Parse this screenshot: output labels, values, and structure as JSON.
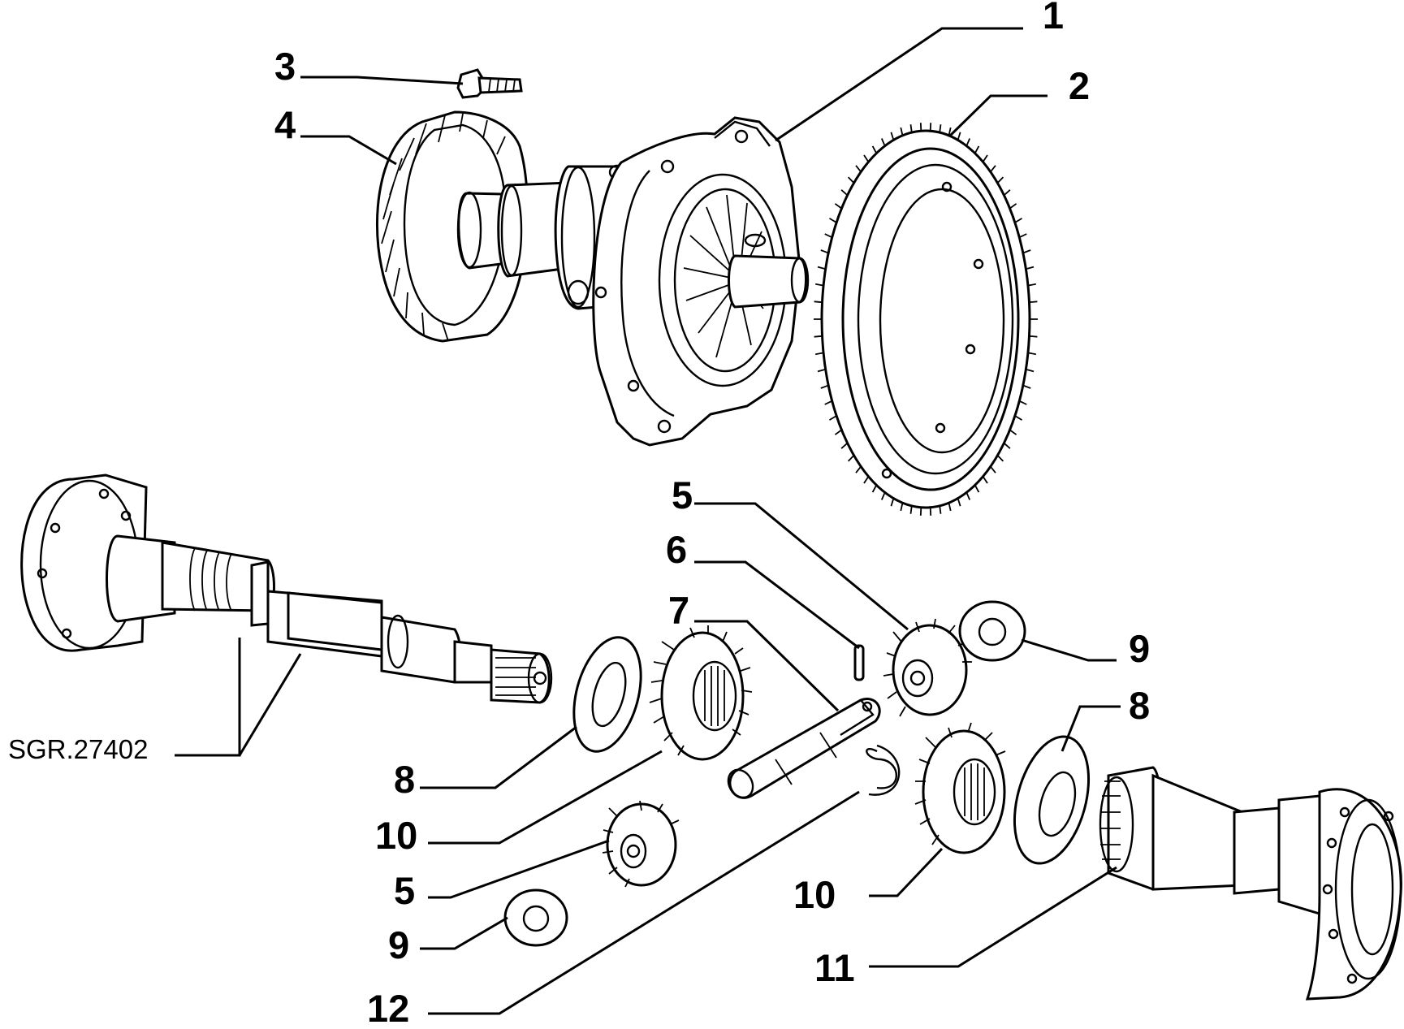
{
  "diagram": {
    "reference": "SGR.27402",
    "callouts": [
      {
        "id": "c1",
        "label": "1"
      },
      {
        "id": "c2",
        "label": "2"
      },
      {
        "id": "c3",
        "label": "3"
      },
      {
        "id": "c4",
        "label": "4"
      },
      {
        "id": "c5a",
        "label": "5"
      },
      {
        "id": "c6",
        "label": "6"
      },
      {
        "id": "c7",
        "label": "7"
      },
      {
        "id": "c9a",
        "label": "9"
      },
      {
        "id": "c8a",
        "label": "8"
      },
      {
        "id": "c8b",
        "label": "8"
      },
      {
        "id": "c10a",
        "label": "10"
      },
      {
        "id": "c5b",
        "label": "5"
      },
      {
        "id": "c9b",
        "label": "9"
      },
      {
        "id": "c12",
        "label": "12"
      },
      {
        "id": "c10b",
        "label": "10"
      },
      {
        "id": "c11",
        "label": "11"
      }
    ],
    "parts": [
      {
        "key": "differential-housing",
        "callout": "1"
      },
      {
        "key": "ring-gear",
        "callout": "2"
      },
      {
        "key": "bolt",
        "callout": "3"
      },
      {
        "key": "speedometer-drive-gear",
        "callout": "4"
      },
      {
        "key": "planet-pinion-gear",
        "callout": "5"
      },
      {
        "key": "lock-pin",
        "callout": "6"
      },
      {
        "key": "pinion-shaft",
        "callout": "7"
      },
      {
        "key": "thrust-washer-large",
        "callout": "8"
      },
      {
        "key": "thrust-washer-small",
        "callout": "9"
      },
      {
        "key": "side-gear",
        "callout": "10"
      },
      {
        "key": "output-flange-shaft",
        "callout": "11"
      },
      {
        "key": "retaining-ring",
        "callout": "12"
      },
      {
        "key": "output-shaft-long",
        "callout": "SGR.27402"
      }
    ]
  }
}
